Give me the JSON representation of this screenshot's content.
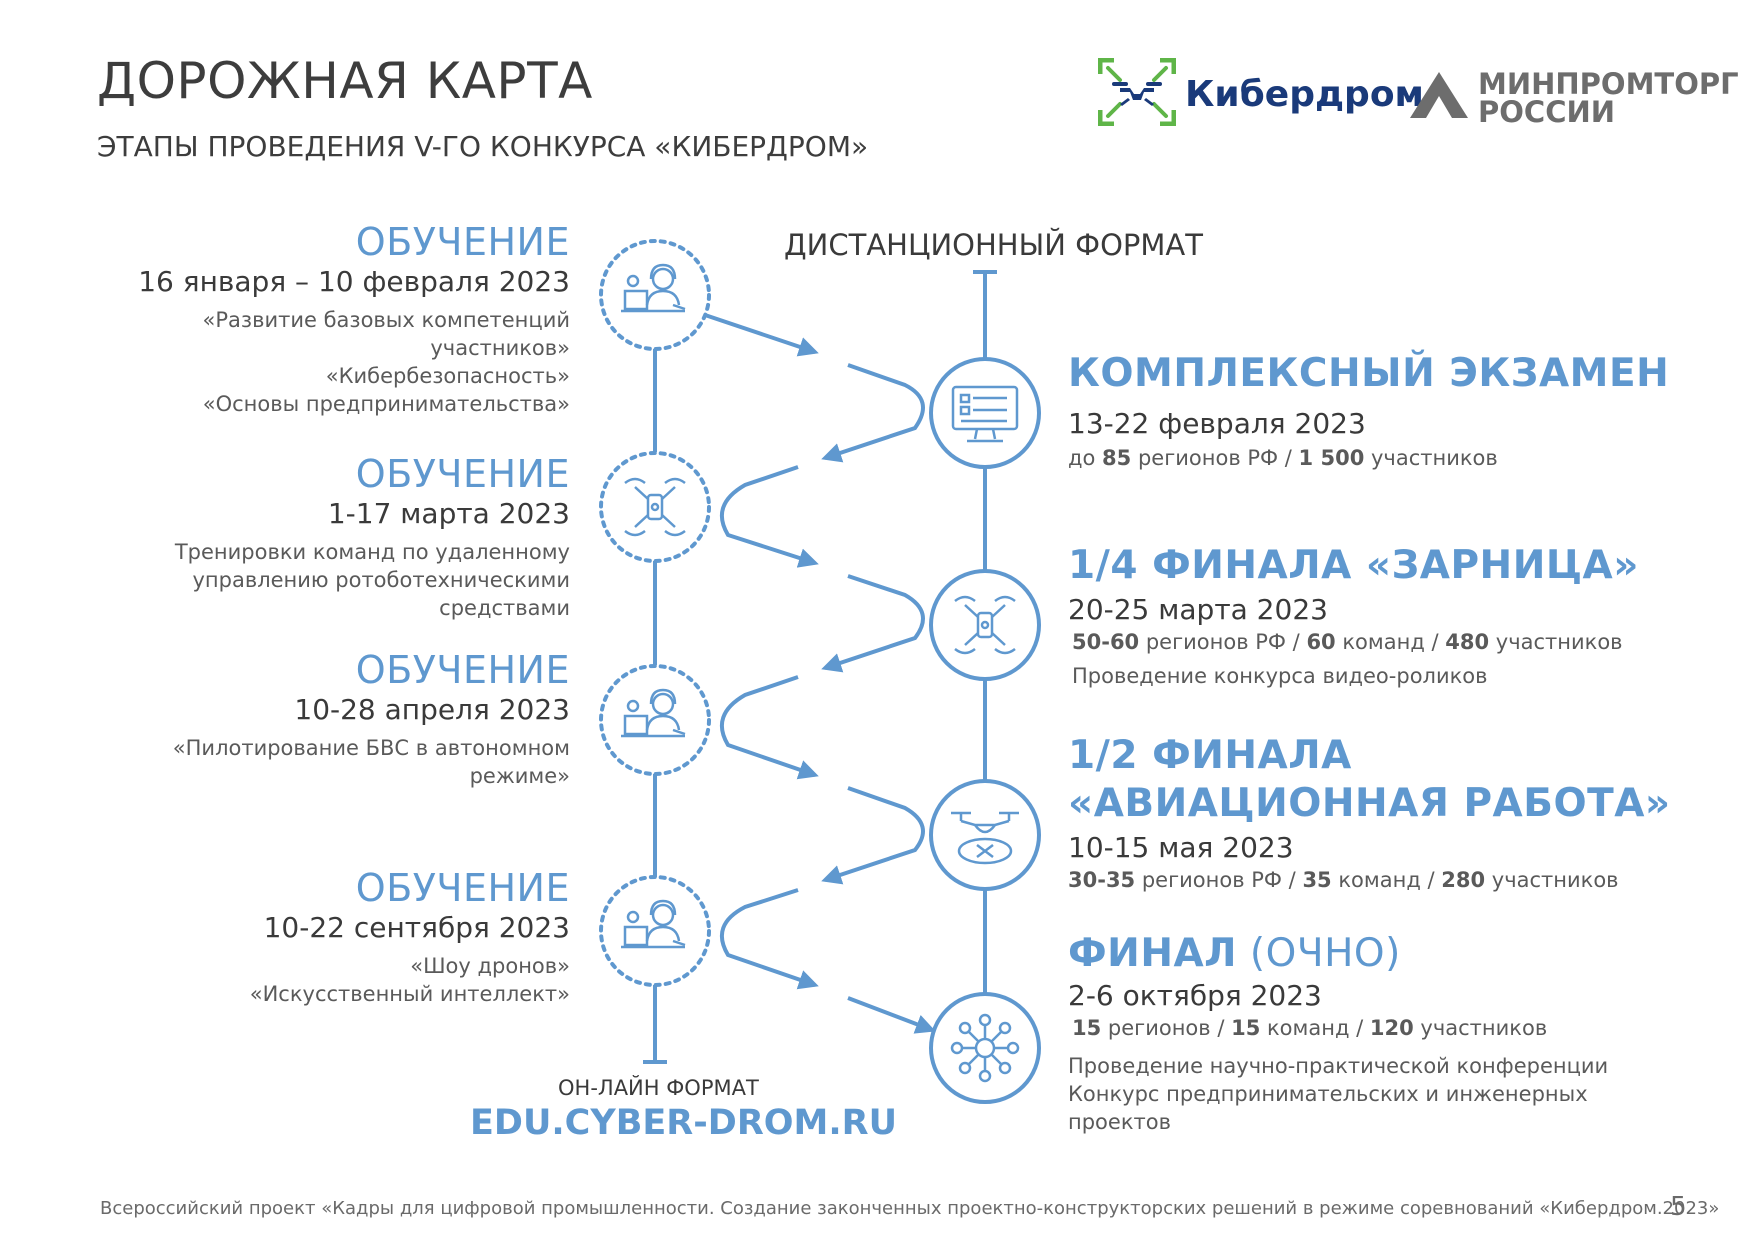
{
  "header": {
    "title": "ДОРОЖНАЯ КАРТА",
    "subtitle": "ЭТАПЫ ПРОВЕДЕНИЯ V-ГО КОНКУРСА «КИБЕРДРОМ»"
  },
  "logos": {
    "cyberdrom": "Кибердром",
    "minpromtorg_line1": "МИНПРОМТОРГ",
    "minpromtorg_line2": "РОССИИ"
  },
  "labels": {
    "distance_format": "ДИСТАНЦИОННЫЙ ФОРМАТ",
    "online_format": "ОН-ЛАЙН ФОРМАТ",
    "url": "EDU.CYBER-DROM.RU"
  },
  "left_stages": [
    {
      "heading": "ОБУЧЕНИЕ",
      "date": "16 января – 10 февраля 2023",
      "lines": [
        "«Развитие базовых компетенций",
        "участников»",
        "«Кибербезопасность»",
        "«Основы предпринимательства»"
      ]
    },
    {
      "heading": "ОБУЧЕНИЕ",
      "date": "1-17 марта 2023",
      "lines": [
        "Тренировки команд по удаленному",
        "управлению ротоботехническими",
        "средствами"
      ]
    },
    {
      "heading": "ОБУЧЕНИЕ",
      "date": "10-28 апреля 2023",
      "lines": [
        "«Пилотирование БВС в автономном",
        "режиме»"
      ]
    },
    {
      "heading": "ОБУЧЕНИЕ",
      "date": "10-22 сентября 2023",
      "lines": [
        "«Шоу дронов»",
        "«Искусственный интеллект»"
      ]
    }
  ],
  "right_stages": [
    {
      "heading": "КОМПЛЕКСНЫЙ ЭКЗАМЕН",
      "date": "13-22 февраля 2023",
      "stats": {
        "p1": "до ",
        "b1": "85",
        "p2": " регионов РФ / ",
        "b2": "1 500",
        "p3": " участников"
      }
    },
    {
      "heading": "1/4 ФИНАЛА «ЗАРНИЦА»",
      "date": "20-25 марта 2023",
      "stats": {
        "b1": "50-60",
        "p1": " регионов РФ / ",
        "b2": "60",
        "p2": " команд / ",
        "b3": "480",
        "p3": " участников"
      },
      "extra": "Проведение конкурса видео-роликов"
    },
    {
      "heading_line1": "1/2 ФИНАЛА",
      "heading_line2": "«АВИАЦИОННАЯ РАБОТА»",
      "date": "10-15 мая 2023",
      "stats": {
        "b1": "30-35",
        "p1": " регионов РФ  / ",
        "b2": "35",
        "p2": " команд / ",
        "b3": "280",
        "p3": " участников"
      }
    },
    {
      "heading_bold": "ФИНАЛ",
      "heading_light": " (ОЧНО)",
      "date": "2-6 октября 2023",
      "stats": {
        "b1": "15",
        "p1": " регионов / ",
        "b2": "15",
        "p2": " команд / ",
        "b3": "120",
        "p3": " участников"
      },
      "extra_lines": [
        "Проведение научно-практической конференции",
        "Конкурс предпринимательских и инженерных",
        "проектов"
      ]
    }
  ],
  "footer": {
    "text": "Всероссийский проект «Кадры для цифровой промышленности. Создание законченных проектно-конструкторских решений в режиме соревнований «Кибердром.2023»",
    "page": "5"
  },
  "colors": {
    "accent": "#5f98cf",
    "green": "#5fb548",
    "navy": "#1a3a7a",
    "gray": "#6d6d6d"
  }
}
